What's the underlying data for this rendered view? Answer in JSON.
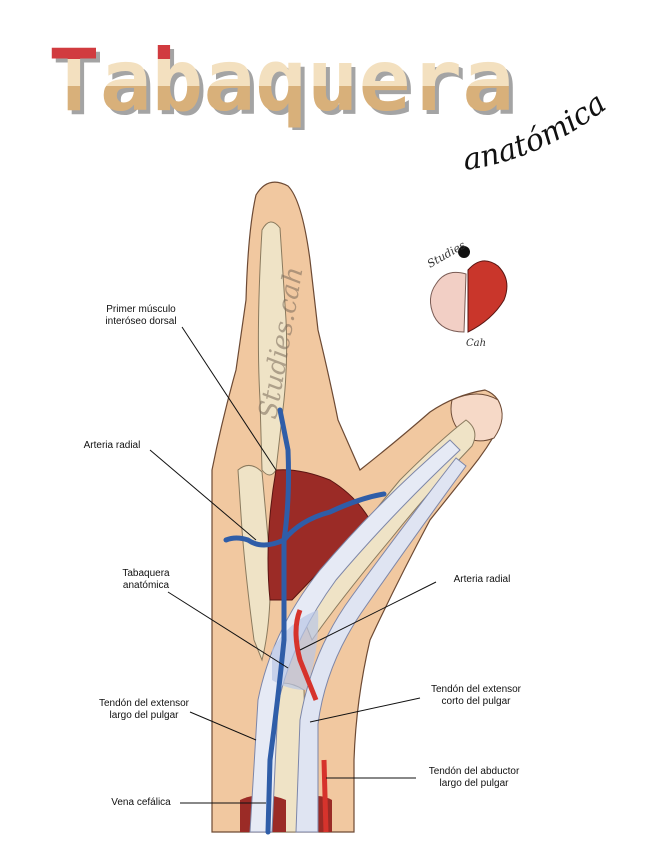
{
  "title": {
    "main": "Tabaquera",
    "sub": "anatómica"
  },
  "logo": {
    "text_top": "Studies",
    "text_bottom": "Cah"
  },
  "watermark": "Studies.cah",
  "labels": {
    "first_dorsal_interosseous": "Primer músculo\ninteróseo dorsal",
    "radial_artery_left": "Arteria radial",
    "snuffbox": "Tabaquera\nanatómica",
    "extensor_pollicis_longus": "Tendón del extensor\nlargo del pulgar",
    "cephalic_vein": "Vena cefálica",
    "radial_artery_right": "Arteria radial",
    "extensor_pollicis_brevis": "Tendón del extensor\ncorto del pulgar",
    "abductor_pollicis_longus": "Tendón del abductor\nlargo del pulgar"
  },
  "colors": {
    "title_red": "#d13b3f",
    "title_cream": "#f3e0bf",
    "title_tan": "#d8b07a",
    "skin": "#f1c8a0",
    "bone": "#efe3c6",
    "muscle": "#9b2b26",
    "vein": "#2f5da8",
    "artery": "#d6332c",
    "tendon": "#e6eaf5"
  }
}
